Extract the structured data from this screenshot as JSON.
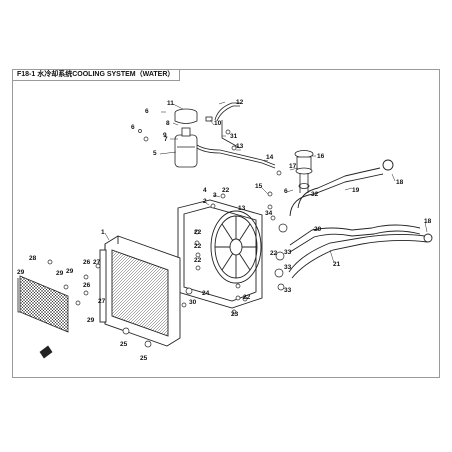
{
  "title": "F18-1 水冷却系统COOLING SYSTEM（WATER）",
  "callouts": [
    {
      "id": "c1",
      "text": "1"
    },
    {
      "id": "c2",
      "text": "2"
    },
    {
      "id": "c3",
      "text": "3"
    },
    {
      "id": "c4",
      "text": "4"
    },
    {
      "id": "c5",
      "text": "5"
    },
    {
      "id": "c6a",
      "text": "6"
    },
    {
      "id": "c6b",
      "text": "6"
    },
    {
      "id": "c6c",
      "text": "6"
    },
    {
      "id": "c7",
      "text": "7"
    },
    {
      "id": "c8",
      "text": "8"
    },
    {
      "id": "c9",
      "text": "9"
    },
    {
      "id": "c10",
      "text": "10"
    },
    {
      "id": "c11",
      "text": "11"
    },
    {
      "id": "c12",
      "text": "12"
    },
    {
      "id": "c13a",
      "text": "13"
    },
    {
      "id": "c13b",
      "text": "13"
    },
    {
      "id": "c14",
      "text": "14"
    },
    {
      "id": "c15",
      "text": "15"
    },
    {
      "id": "c16",
      "text": "16"
    },
    {
      "id": "c17",
      "text": "17"
    },
    {
      "id": "c18a",
      "text": "18"
    },
    {
      "id": "c18b",
      "text": "18"
    },
    {
      "id": "c19",
      "text": "19"
    },
    {
      "id": "c20",
      "text": "20"
    },
    {
      "id": "c21",
      "text": "21"
    },
    {
      "id": "c22a",
      "text": "22"
    },
    {
      "id": "c22b",
      "text": "22"
    },
    {
      "id": "c22c",
      "text": "22"
    },
    {
      "id": "c22d",
      "text": "22"
    },
    {
      "id": "c22e",
      "text": "22"
    },
    {
      "id": "c22f",
      "text": "22"
    },
    {
      "id": "c23",
      "text": "23"
    },
    {
      "id": "c24",
      "text": "24"
    },
    {
      "id": "c25a",
      "text": "25"
    },
    {
      "id": "c25b",
      "text": "25"
    },
    {
      "id": "c26a",
      "text": "26"
    },
    {
      "id": "c26b",
      "text": "26"
    },
    {
      "id": "c27a",
      "text": "27"
    },
    {
      "id": "c27b",
      "text": "27"
    },
    {
      "id": "c28",
      "text": "28"
    },
    {
      "id": "c29a",
      "text": "29"
    },
    {
      "id": "c29b",
      "text": "29"
    },
    {
      "id": "c29c",
      "text": "29"
    },
    {
      "id": "c29d",
      "text": "29"
    },
    {
      "id": "c30",
      "text": "30"
    },
    {
      "id": "c31",
      "text": "31"
    },
    {
      "id": "c32",
      "text": "32"
    },
    {
      "id": "c33a",
      "text": "33"
    },
    {
      "id": "c33b",
      "text": "33"
    },
    {
      "id": "c33c",
      "text": "33"
    },
    {
      "id": "c34",
      "text": "34"
    }
  ]
}
